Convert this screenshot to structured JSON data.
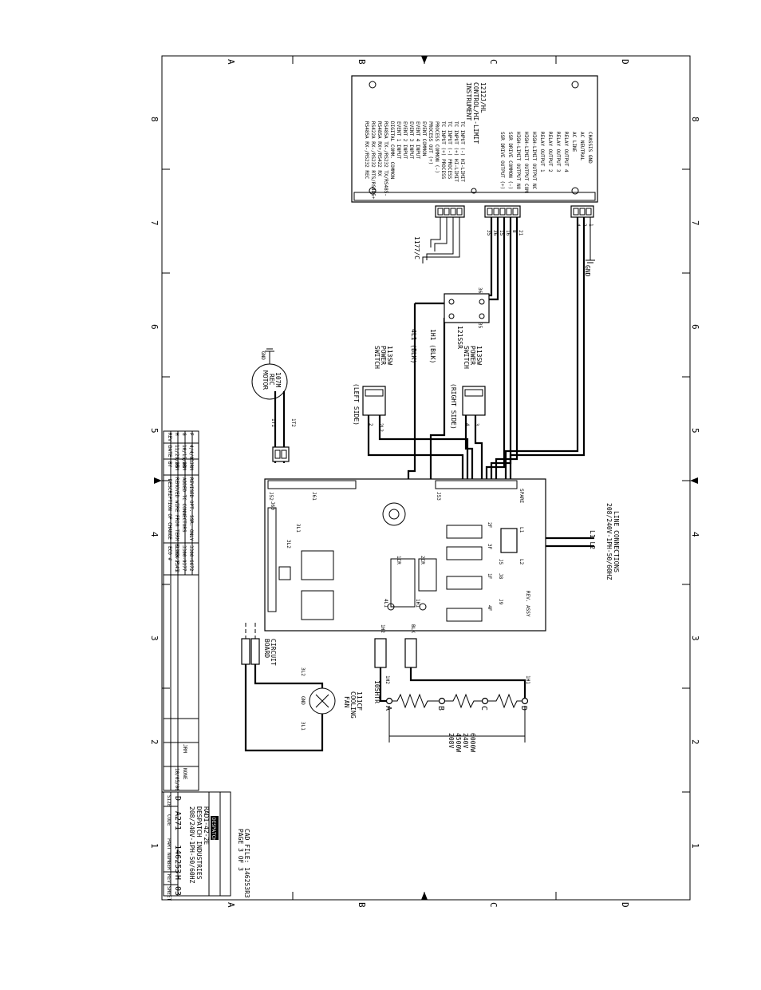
{
  "grid": {
    "columns": [
      "A",
      "B",
      "C",
      "D"
    ],
    "rows": [
      "8",
      "7",
      "6",
      "5",
      "4",
      "3",
      "2",
      "1"
    ]
  },
  "instrument": {
    "title": [
      "1212J/HL",
      "CONTROL/HI-LIMIT",
      "INSTRUMENT"
    ],
    "terminals_right": [
      "CHASSIS GND",
      "AC NEUTRAL",
      "AC LINE",
      "RELAY OUTPUT 4",
      "RELAY OUTPUT 3",
      "RELAY OUTPUT 2",
      "RELAY OUTPUT 1",
      "HIGH-LIMIT OUTPUT NC",
      "HIGH-LIMIT OUTPUT COM",
      "HIGH-LIMIT OUTPUT NO",
      "SSR DRIVE COMMON (-)",
      "SSR DRIVE OUTPUT (+)"
    ],
    "terminals_left": [
      "TC INPUT (-) HI-LIMIT",
      "TC INPUT (+) HI-LIMIT",
      "TC INPUT (-) PROCESS",
      "TC INPUT (+) PROCESS",
      "PROCESS COMMON (-)",
      "PROCESS OUT (+)",
      "EVENT COMMON",
      "EVENT 4 INPUT",
      "EVENT 3 INPUT",
      "EVENT 2 INPUT",
      "EVENT 1 INPUT",
      "DIGITAL COMM. COMMON",
      "RS485A TX-/RS232 TX/RS485-",
      "RS485A RX+/RS422 RX",
      "RS422A RX-/RS232 RTS/RS485+",
      "RS485A RX-/RS232 REC"
    ]
  },
  "labels": {
    "thermocouple": "1177/C",
    "gnd": "GND",
    "ssr": "121SSR",
    "wire_4l1": "4L1 (BLK)",
    "wire_1h1": "1H1 (BLK)",
    "switch_left": [
      "113SW",
      "POWER",
      "SWITCH"
    ],
    "switch_left_side": "(LEFT SIDE)",
    "switch_right": [
      "113SW",
      "POWER",
      "SWITCH"
    ],
    "switch_right_side": "(RIGHT SIDE)",
    "motor": [
      "107M",
      "REC",
      "MOTOR"
    ],
    "motor_t1": "1T1",
    "motor_t2": "1T2",
    "line_connections": [
      "LINE CONNECTIONS",
      "208/240V-1PH-50/60HZ"
    ],
    "l1l2": "L1  L2",
    "circuit_board": [
      "CIRCUIT",
      "BOARD"
    ],
    "cooling_fan": [
      "111CF",
      "COOLING",
      "FAN"
    ],
    "fan_3l1": "3L1",
    "fan_3l2": "3L2",
    "heater": "105HTR",
    "heater_1h1": "1H1",
    "heater_1h2": "1H2",
    "heater_points": [
      "A",
      "B",
      "C",
      "D"
    ],
    "watts": [
      "6000W",
      "240V",
      "4500W",
      "208V"
    ],
    "rev_assy": "REV. ASSY",
    "cad_file": [
      "CAD FILE: 146253R3",
      "PAGE 3 OF 3"
    ],
    "wire_nums": [
      "21",
      "8",
      "16",
      "15",
      "36",
      "35"
    ],
    "wire_nums_gnd": [
      "4",
      "2",
      "1"
    ],
    "ssr_terms": [
      "36",
      "35"
    ],
    "switch_left_terms": [
      "2",
      "2L2"
    ],
    "switch_right_terms": [
      "4",
      "3"
    ],
    "board_labels": [
      "J53",
      "J52",
      "1CR",
      "2CR",
      "2F",
      "3F",
      "1F",
      "4F",
      "L1",
      "L2",
      "J5",
      "J8",
      "J9",
      "J61",
      "J60",
      "3L2",
      "3L1",
      "4L1",
      "1H1",
      "1H2",
      "BLK",
      "SPARE"
    ]
  },
  "title_block": {
    "company": "DESPATCH",
    "drawing_title": [
      "RAD1-42-2E",
      "DESPATCH INDUSTRIES",
      "208/240V-1PH-50/60HZ"
    ],
    "size": "D",
    "number": "A271 - 146253",
    "rev": "H",
    "sheet": "03",
    "field_labels": [
      "SIZE",
      "CODE",
      "PART NUMBER",
      "REV",
      "SHEET"
    ],
    "scale": "NONE",
    "drawn": "JRM",
    "date": "10/05/00"
  },
  "revisions": [
    {
      "rev": "H",
      "date": "11/29/05",
      "by": "JRM",
      "desc": "REMOVED WIRE FROM TERM BLOCK P. 2",
      "eco": "3308-2345"
    },
    {
      "rev": "G",
      "date": "10/15/03",
      "by": "JRM",
      "desc": "ADDED TC CONNECTORS",
      "eco": "3300-9377"
    },
    {
      "rev": "F",
      "date": "4/4/03",
      "by": "JRM",
      "desc": "REVISED OPT. SSR. ONLY",
      "eco": "3300-6672"
    }
  ],
  "revision_headers": [
    "REV",
    "DATE",
    "BY",
    "DESCRIPTION OF CHANGE",
    "ECO #"
  ]
}
